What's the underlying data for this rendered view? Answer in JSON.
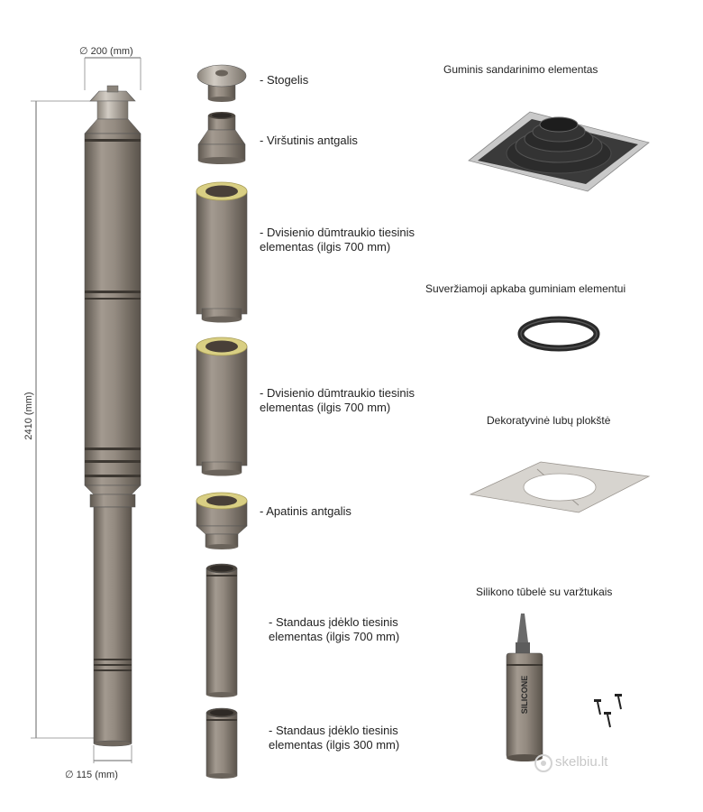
{
  "dimensions": {
    "top_diameter": "∅ 200 (mm)",
    "bottom_diameter": "∅ 115 (mm)",
    "height": "2410 (mm)"
  },
  "parts": [
    {
      "line1": "- Stogelis"
    },
    {
      "line1": "- Viršutinis antgalis"
    },
    {
      "line1": "- Dvisienio dūmtraukio tiesinis",
      "line2": "elementas (ilgis 700 mm)"
    },
    {
      "line1": "- Dvisienio dūmtraukio tiesinis",
      "line2": "elementas (ilgis 700 mm)"
    },
    {
      "line1": "- Apatinis antgalis"
    },
    {
      "line1": "- Standaus įdėklo tiesinis",
      "line2": "elementas (ilgis 700 mm)"
    },
    {
      "line1": "- Standaus įdėklo tiesinis",
      "line2": "elementas (ilgis 300 mm)"
    }
  ],
  "accessories": [
    {
      "title": "Guminis sandarinimo elementas"
    },
    {
      "title": "Suveržiamoji apkaba guminiam elementui"
    },
    {
      "title": "Dekoratyvinė lubų plokštė"
    },
    {
      "title": "Silikono tūbelė su varžtukais"
    }
  ],
  "silicone_text": "SILICONE",
  "watermark": "skelbiu.lt",
  "colors": {
    "pipe": "#8c8379",
    "insulation": "#d9cf83",
    "rubber": "#2b2b2b"
  }
}
